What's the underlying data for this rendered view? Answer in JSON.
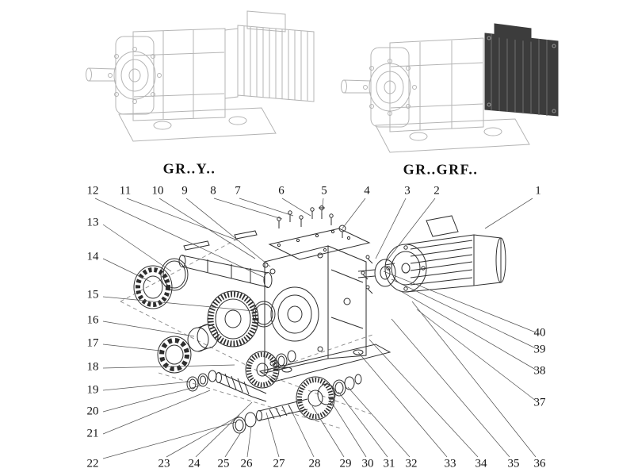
{
  "diagram": {
    "type": "exploded-parts-diagram",
    "part_count": 40
  },
  "labels": {
    "left_model": "GR..Y..",
    "right_model": "GR..GRF.."
  },
  "callouts": {
    "top": [
      "12",
      "11",
      "10",
      "9",
      "8",
      "7",
      "6",
      "5",
      "4",
      "3",
      "2",
      "1"
    ],
    "left": [
      "13",
      "14",
      "15",
      "16",
      "17",
      "18",
      "19",
      "20",
      "21",
      "22"
    ],
    "right": [
      "40",
      "39",
      "38",
      "37"
    ],
    "bottom": [
      "23",
      "24",
      "25",
      "26",
      "27",
      "28",
      "29",
      "30",
      "31",
      "32",
      "33",
      "34",
      "35",
      "36"
    ]
  },
  "colors": {
    "line_art": "#2e2e2e",
    "ghost_art": "#b4b4b4",
    "leader": "#555555",
    "dark_motor": "#3c3c3c"
  }
}
